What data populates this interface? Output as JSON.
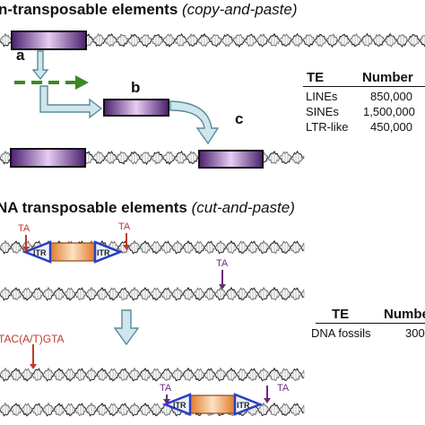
{
  "retro": {
    "title_bold": "n-transposable elements",
    "title_italic": "(copy-and-paste)",
    "step_labels": [
      "a",
      "b",
      "c"
    ]
  },
  "dna": {
    "title_bold": "NA transposable elements",
    "title_italic": "(cut-and-paste)",
    "ta_labels": [
      "TA",
      "TA",
      "TA",
      "TA",
      "TA"
    ],
    "target_seq": "TAC(A/T)GTA",
    "itr_labels": [
      "ITR",
      "ITR",
      "ITR",
      "ITR"
    ]
  },
  "table_retro": {
    "headers": [
      "TE",
      "Number"
    ],
    "rows": [
      [
        "LINEs",
        "850,000"
      ],
      [
        "SINEs",
        "1,500,000"
      ],
      [
        "LTR-like",
        "450,000"
      ]
    ]
  },
  "table_dna": {
    "headers": [
      "TE",
      "Number"
    ],
    "rows": [
      [
        "DNA fossils",
        "300"
      ]
    ]
  },
  "colors": {
    "element_purple": "#5b2a82",
    "element_light": "#d8b6ea",
    "arrow_green": "#3a8a22",
    "arrow_blue_fill": "#cfe6ec",
    "arrow_blue_stroke": "#5b8a9a",
    "ta_red": "#c0392b",
    "ta_purple": "#6a2a7a",
    "itr_blue": "#2a3fc0",
    "transposase_orange": "#e8873a"
  }
}
